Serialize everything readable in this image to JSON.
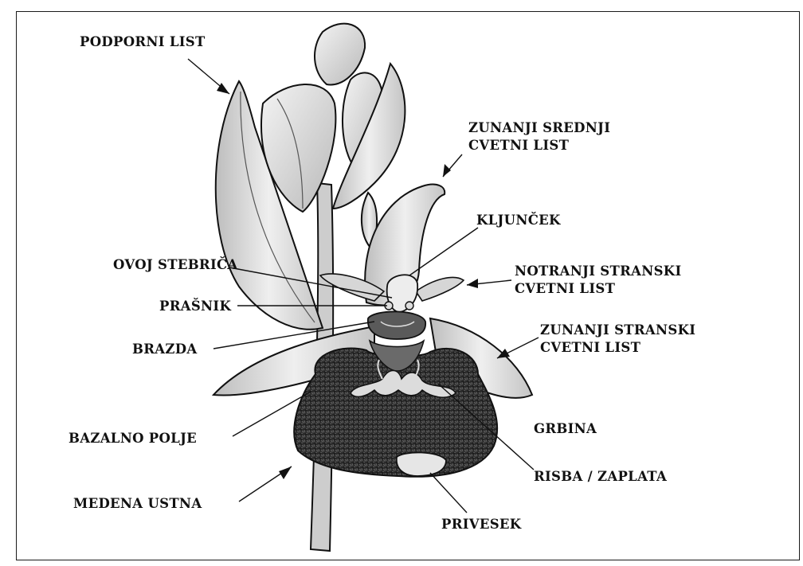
{
  "labels": {
    "podporni_list": "PODPORNI LIST",
    "zunanji_srednji_line1": "ZUNANJI SREDNJI",
    "zunanji_srednji_line2": "CVETNI LIST",
    "kljuncek": "KLJUNČEK",
    "ovoj_stebrica": "OVOJ STEBRIČA",
    "notranji_stranski_line1": "NOTRANJI STRANSKI",
    "notranji_stranski_line2": "CVETNI LIST",
    "prasnik": "PRAŠNIK",
    "zunanji_stranski_line1": "ZUNANJI STRANSKI",
    "zunanji_stranski_line2": "CVETNI LIST",
    "brazda": "BRAZDA",
    "grbina": "GRBINA",
    "bazalno_polje": "BAZALNO POLJE",
    "risba_zaplata": "RISBA / ZAPLATA",
    "medena_ustna": "MEDENA USTNA",
    "privesek": "PRIVESEK"
  },
  "colors": {
    "ink": "#111111",
    "petal_fill": "#e4e4e4",
    "petal_shade": "#bdbdbd",
    "lip_fill": "#3a3a3a",
    "lip_dark": "#1c1c1c",
    "stem_fill": "#cfcfcf"
  }
}
